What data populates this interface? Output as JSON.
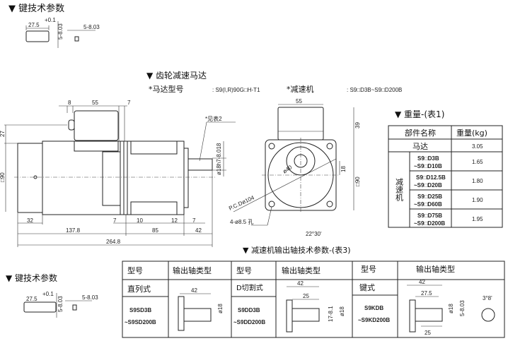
{
  "key_top": {
    "title": "▼ 键技术参数",
    "len": "27.5",
    "len_tol": "+0.1",
    "h": "5-8.03",
    "w": "5-8.03"
  },
  "gear_motor": {
    "title": "▼  齿轮减速马达",
    "motor_label": "*马达型号",
    "motor_value": ": S9(I,R)90G□H-T1",
    "reducer_label": "*减速机",
    "reducer_value": ": S9□D3B~S9□D200B"
  },
  "side_dims": {
    "d8": "8",
    "d55": "55",
    "d7a": "7",
    "d27": "27",
    "sq90": "□90",
    "see_table": "*见表2",
    "shaft": "ø18h7-8.018",
    "d32": "32",
    "d7b": "7",
    "d10": "10",
    "d12": "12",
    "d7c": "7",
    "d137": "137.8",
    "d85": "85",
    "d42": "42",
    "d264": "264.8"
  },
  "front_dims": {
    "d55": "55",
    "d39": "39",
    "d18": "18",
    "sq90": "□90",
    "dia40": "ø40",
    "pcd": "P.C.Dø104",
    "holes": "4-ø8.5 孔",
    "angle": "22°30'"
  },
  "weight_table": {
    "title": "▼ 重量-(表1)",
    "head_part": "部件名称",
    "head_weight": "重量(kg)",
    "motor": "马达",
    "motor_w": "3.05",
    "reducer": "减速机",
    "rows": [
      {
        "a": "S9□D3B",
        "b": "~S9□D10B",
        "w": "1.65"
      },
      {
        "a": "S9□D12.5B",
        "b": "~S9□D20B",
        "w": "1.80"
      },
      {
        "a": "S9□D25B",
        "b": "~S9□D60B",
        "w": "1.90"
      },
      {
        "a": "S9□D75B",
        "b": "~S9□D200B",
        "w": "1.95"
      }
    ]
  },
  "key_bottom": {
    "title": "▼ 键技术参数",
    "len": "27.5",
    "len_tol": "+0.1",
    "h": "5-8.03",
    "w": "5-8.03"
  },
  "shaft_table": {
    "title": "▼ 减速机输出轴技术参数-(表3)",
    "cols": [
      {
        "model": "型号",
        "type": "输出轴类型",
        "kind": "直列式",
        "m1": "S9SD3B",
        "m2": "~S9SD200B",
        "dims": [
          "42",
          "ø18"
        ]
      },
      {
        "model": "型号",
        "type": "输出轴类型",
        "kind": "D切割式",
        "m1": "S9DD3B",
        "m2": "~S9DD200B",
        "dims": [
          "42",
          "25",
          "17-8.1",
          "ø18"
        ]
      },
      {
        "model": "型号",
        "type": "输出轴类型",
        "kind": "键式",
        "m1": "S9KDB",
        "m2": "~S9KD200B",
        "dims": [
          "42",
          "27.5",
          "ø18",
          "5-8.03",
          "25",
          "3°8'"
        ]
      }
    ]
  }
}
